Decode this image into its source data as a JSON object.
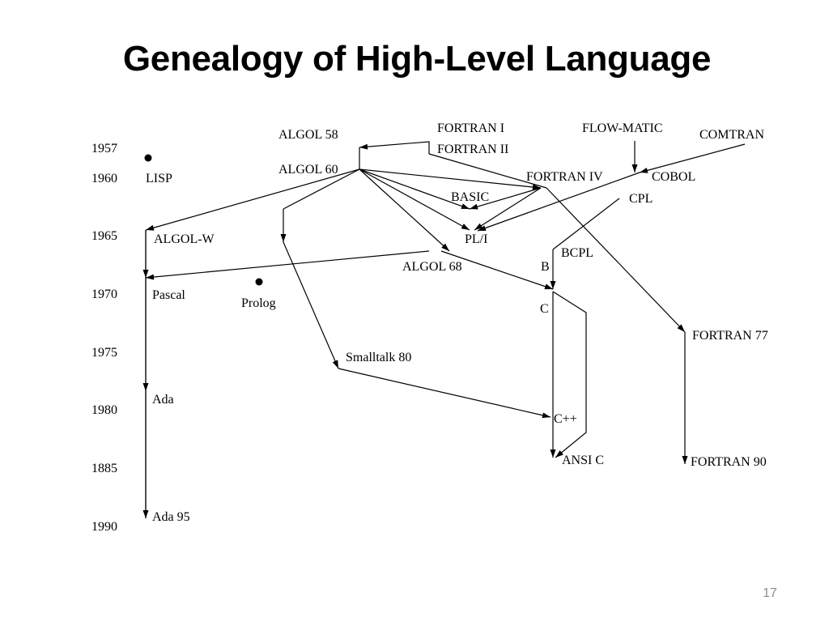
{
  "slide": {
    "title": "Genealogy of High-Level Language",
    "page_number": "17"
  },
  "years": [
    "1957",
    "1960",
    "1965",
    "1970",
    "1975",
    "1980",
    "1885",
    "1990"
  ],
  "languages": {
    "algol58": "ALGOL 58",
    "fortran1": "FORTRAN I",
    "flowmatic": "FLOW-MATIC",
    "comtran": "COMTRAN",
    "fortran2": "FORTRAN II",
    "algol60": "ALGOL 60",
    "lisp": "LISP",
    "fortran4": "FORTRAN IV",
    "cobol": "COBOL",
    "basic": "BASIC",
    "cpl": "CPL",
    "algolw": "ALGOL-W",
    "pli": "PL/I",
    "bcpl": "BCPL",
    "algol68": "ALGOL 68",
    "b": "B",
    "pascal": "Pascal",
    "prolog": "Prolog",
    "c": "C",
    "fortran77": "FORTRAN 77",
    "smalltalk80": "Smalltalk 80",
    "ada": "Ada",
    "cpp": "C++",
    "ansic": "ANSI C",
    "fortran90": "FORTRAN 90",
    "ada95": "Ada 95"
  }
}
